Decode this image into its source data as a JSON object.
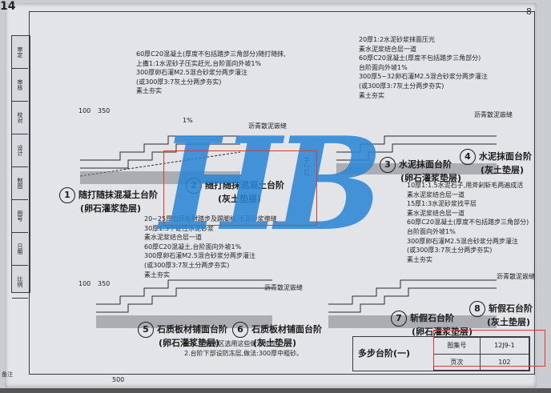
{
  "header": {
    "corner_mark": "14",
    "top_right": "8"
  },
  "strip": [
    "审定",
    "审核",
    "校对",
    "设计",
    "制图",
    "图号",
    "日期",
    "比例"
  ],
  "side_note": "备注",
  "items": [
    {
      "num": "1",
      "title": "随打随抹混凝土台阶",
      "sub": "(卵石灌浆垫层)"
    },
    {
      "num": "2",
      "title": "随打随抹混凝土台阶",
      "sub": "(灰土垫层)"
    },
    {
      "num": "3",
      "title": "水泥抹面台阶",
      "sub": "(卵石灌浆垫层)"
    },
    {
      "num": "4",
      "title": "水泥抹面台阶",
      "sub": "(灰土垫层)"
    },
    {
      "num": "5",
      "title": "石质板材铺面台阶",
      "sub": "(卵石灌浆垫层)"
    },
    {
      "num": "6",
      "title": "石质板材铺面台阶",
      "sub": "(灰土垫层)"
    },
    {
      "num": "7",
      "title": "斩假石台阶",
      "sub": "(卵石灌浆垫层)"
    },
    {
      "num": "8",
      "title": "斩假石台阶",
      "sub": "(灰土垫层)"
    }
  ],
  "notes_top_left": [
    "60厚C20混凝土(厚度不包括踏步三角部分)随打随抹,",
    "上撒1:1水泥砂子压实赶光,台阶面向外坡1%",
    "300厚卵石灌M2.5混合砂浆分两步灌注",
    "(或300厚3:7灰土分两步夯实)",
    "素土夯实"
  ],
  "notes_top_right": [
    "20厚1:2水泥砂浆抹面压光",
    "素水泥浆结合层一道",
    "60厚C20混凝土(厚度不包括踏步三角部分)",
    "台阶面向外坡1%",
    "300厚5~32卵石灌M2.5混合砂浆分两步灌注",
    "(或300厚3:7灰土分两步夯实)",
    "素土夯实"
  ],
  "notes_mid_left": [
    "20~25厚石质板材踏步及踢脚板,水泥砂浆擦缝",
    "30厚1:3干硬性水泥砂浆",
    "素水泥浆结合层一道",
    "60厚C20混凝土,台阶面向外坡1%",
    "300厚卵石灌M2.5混合砂浆分两步灌注",
    "(或300厚3:7灰土分两步夯实)",
    "素土夯实"
  ],
  "notes_mid_right": [
    "10厚1:1.5水泥石子,用斧剁斩毛两遍成活",
    "素水泥浆结合层一道",
    "15厚1:3水泥砂浆找平层",
    "素水泥浆结合层一道",
    "60厚C20混凝土(厚度不包括踏步三角部分)",
    "台阶面向外坡1%",
    "300厚卵石灌M2.5混合砂浆分两步灌注",
    "(或300厚3:7灰土分两步夯实)",
    "素土夯实"
  ],
  "dims": {
    "d1": "100",
    "d2": "350",
    "d3": "1%",
    "d4": "500",
    "gap_label": "沥青散泥嵌缝",
    "h1": "H-210"
  },
  "bottom_notes": [
    "注:1.严寒地区选用这些做法时应",
    "2.台阶下部设防冻层,做法:300厚中粗砂。"
  ],
  "title_block": {
    "title": "多步台阶(一)",
    "atlas_label": "图集号",
    "atlas_value": "12J9-1",
    "page_label": "页次",
    "page_value": "102"
  },
  "watermark": "HB"
}
